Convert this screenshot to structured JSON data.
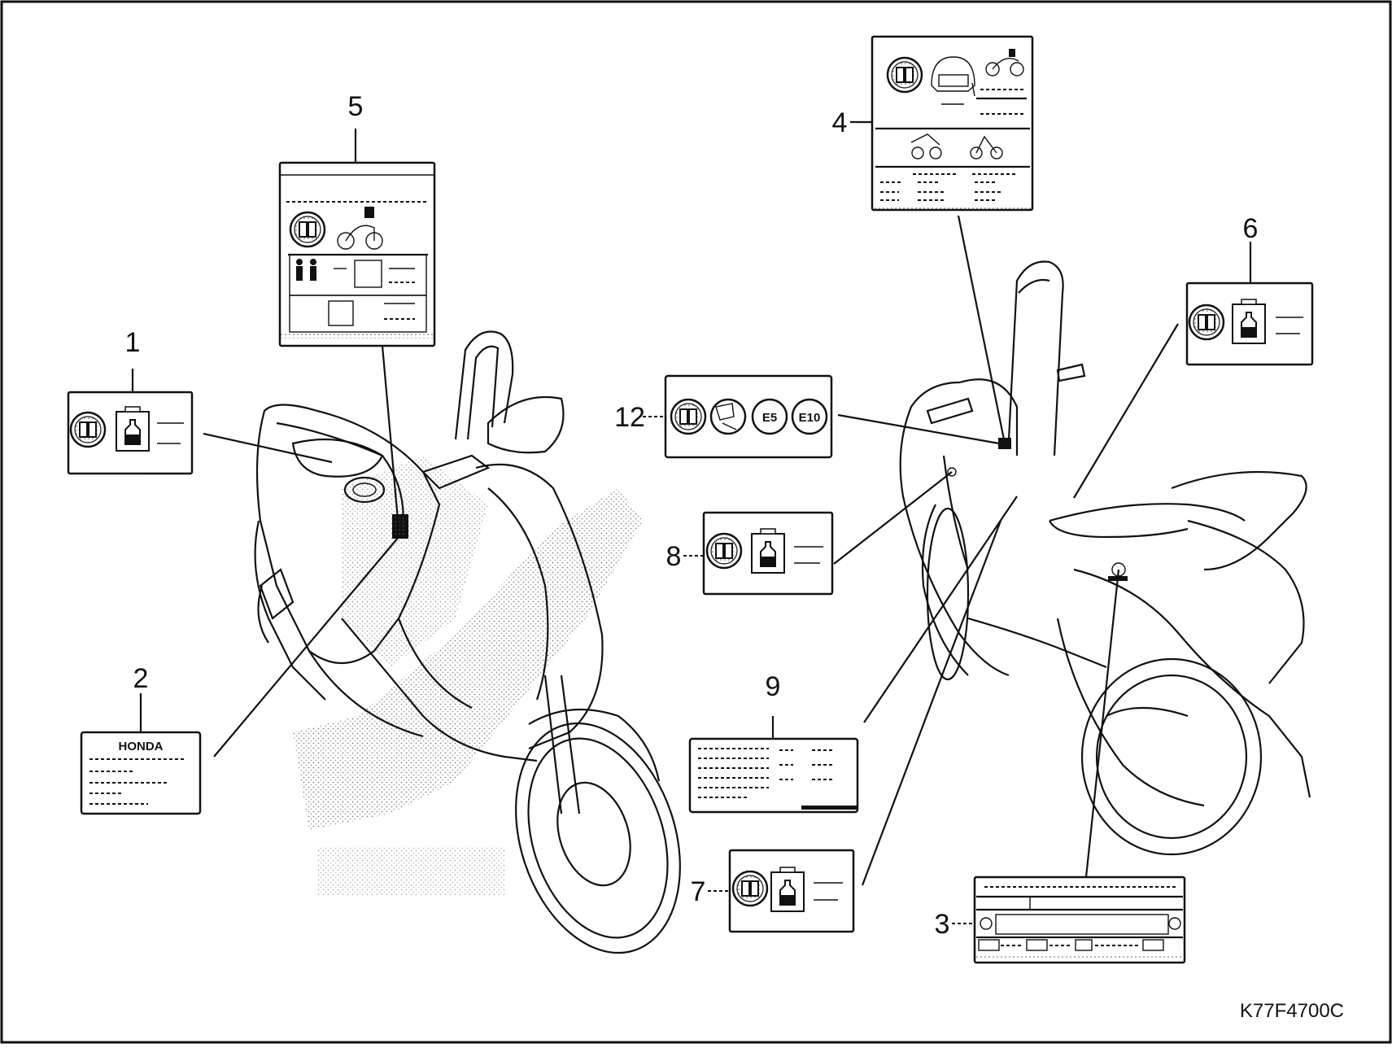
{
  "diagram": {
    "drawing_code": "K77F4700C",
    "callouts": [
      "1",
      "2",
      "3",
      "4",
      "5",
      "6",
      "7",
      "8",
      "9",
      "12"
    ],
    "label_texts": {
      "brand": "HONDA",
      "fuel_e5": "E5",
      "fuel_e10": "E10"
    }
  }
}
